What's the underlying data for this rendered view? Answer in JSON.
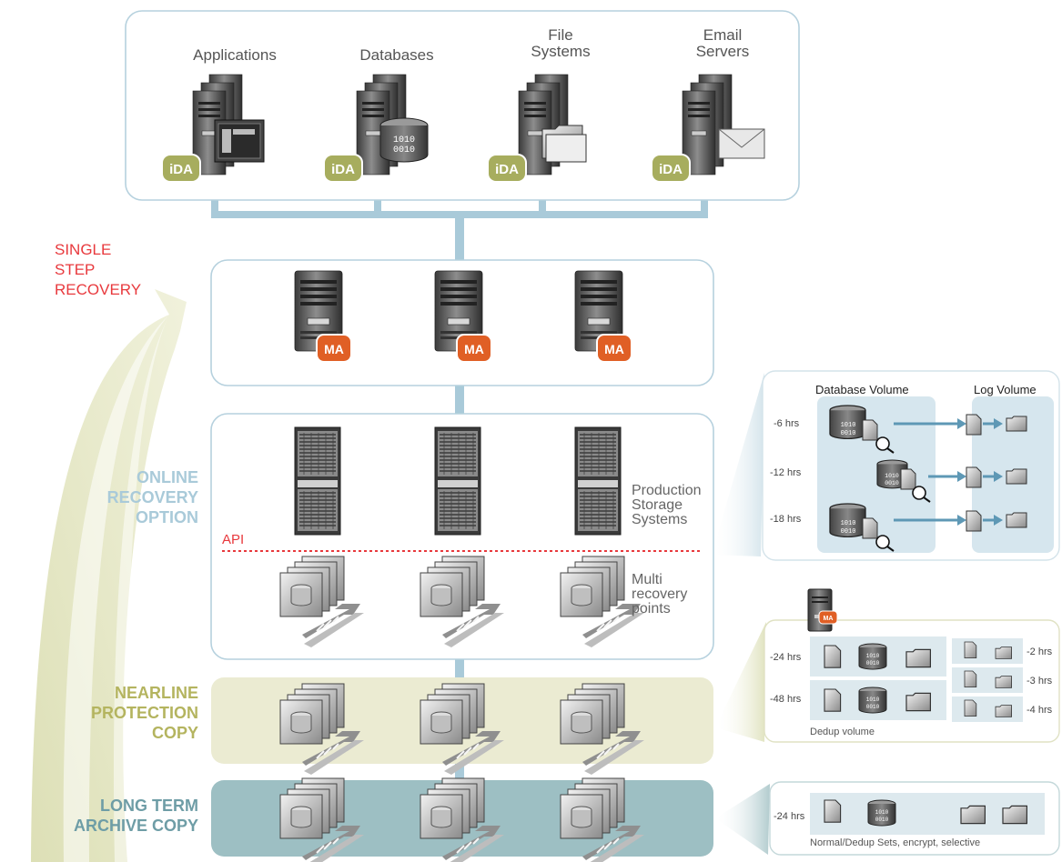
{
  "top": {
    "categories": [
      "Applications",
      "Databases",
      "File\nSystems",
      "Email\nServers"
    ],
    "agent_badge": "iDA"
  },
  "single_step": "SINGLE\nSTEP\nRECOVERY",
  "media_agent_badge": "MA",
  "online": {
    "label": "ONLINE\nRECOVERY\nOPTION",
    "storage_label": "Production\nStorage\nSystems",
    "api_label": "API",
    "points_label": "Multi\nrecovery\npoints"
  },
  "nearline": {
    "label": "NEARLINE\nPROTECTION\nCOPY"
  },
  "archive": {
    "label": "LONG TERM\nARCHIVE COPY"
  },
  "detail_volume": {
    "db_header": "Database Volume",
    "log_header": "Log Volume",
    "times": [
      "-6 hrs",
      "-12 hrs",
      "-18 hrs"
    ],
    "disk_text": "1010\n0010"
  },
  "detail_dedup": {
    "left_times": [
      "-24 hrs",
      "-48 hrs"
    ],
    "right_times": [
      "-2 hrs",
      "-3 hrs",
      "-4 hrs"
    ],
    "caption": "Dedup volume",
    "disk_text": "1010\n0010"
  },
  "detail_archive": {
    "time": "-24 hrs",
    "caption": "Normal/Dedup Sets, encrypt, selective",
    "disk_text": "1010\n0010"
  },
  "colors": {
    "link": "#a9cad9",
    "ida": "#a7ad5e",
    "ma": "#e05f25",
    "recovery": "#e8393d",
    "online": "#a9cad9",
    "nearline": "#b4b45f",
    "archive": "#6e9da6",
    "nearline_fill": "#ebebd2",
    "archive_fill": "#9dbfc3"
  }
}
